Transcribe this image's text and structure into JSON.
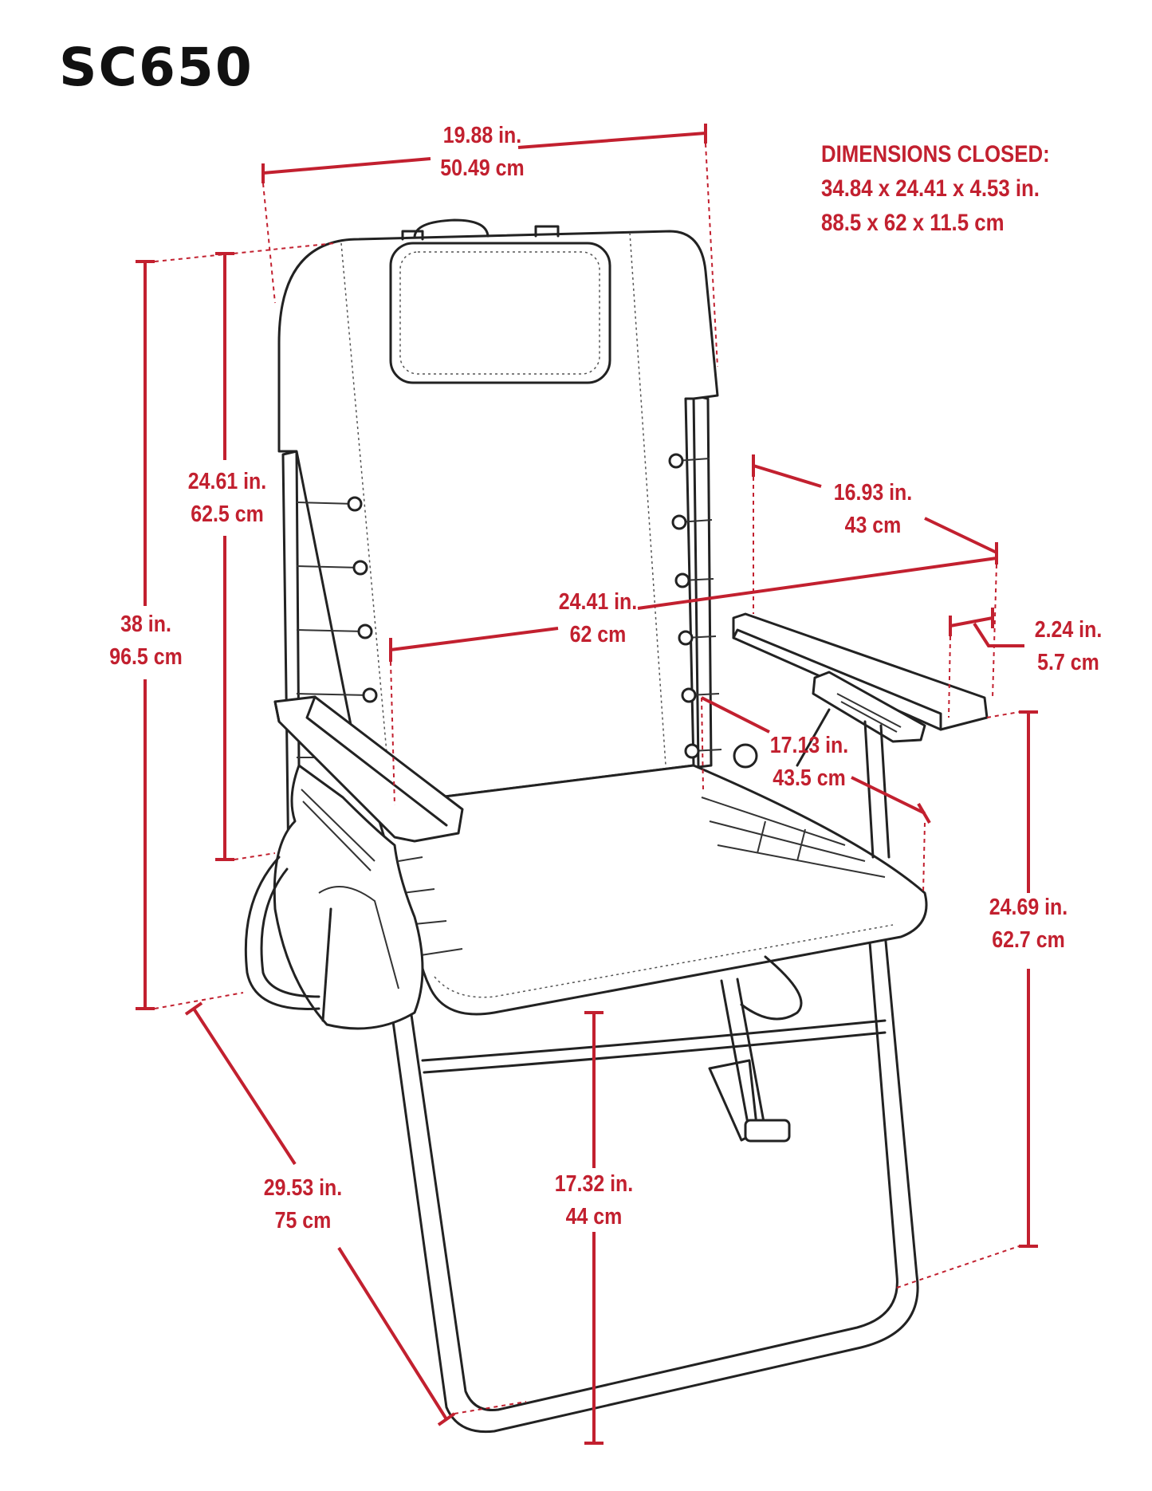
{
  "title": "SC650",
  "dimensions_closed": {
    "heading": "DIMENSIONS CLOSED:",
    "imperial": "34.84  x  24.41  x  4.53 in.",
    "metric": "88.5  x  62  x  11.5 cm"
  },
  "dimensions": {
    "top_width": {
      "in": "19.88 in.",
      "cm": "50.49 cm"
    },
    "total_height": {
      "in": "38 in.",
      "cm": "96.5 cm"
    },
    "back_height": {
      "in": "24.61 in.",
      "cm": "62.5 cm"
    },
    "inner_width": {
      "in": "24.41 in.",
      "cm": "62 cm"
    },
    "arm_length": {
      "in": "16.93 in.",
      "cm": "43 cm"
    },
    "arm_width": {
      "in": "2.24 in.",
      "cm": "5.7 cm"
    },
    "seat_depth": {
      "in": "17.13 in.",
      "cm": "43.5 cm"
    },
    "arm_height": {
      "in": "24.69 in.",
      "cm": "62.7 cm"
    },
    "seat_height": {
      "in": "17.32 in.",
      "cm": "44 cm"
    },
    "depth": {
      "in": "29.53 in.",
      "cm": "75 cm"
    }
  },
  "colors": {
    "dimension": "#c2202f",
    "line_art": "#222222",
    "title": "#111111"
  }
}
